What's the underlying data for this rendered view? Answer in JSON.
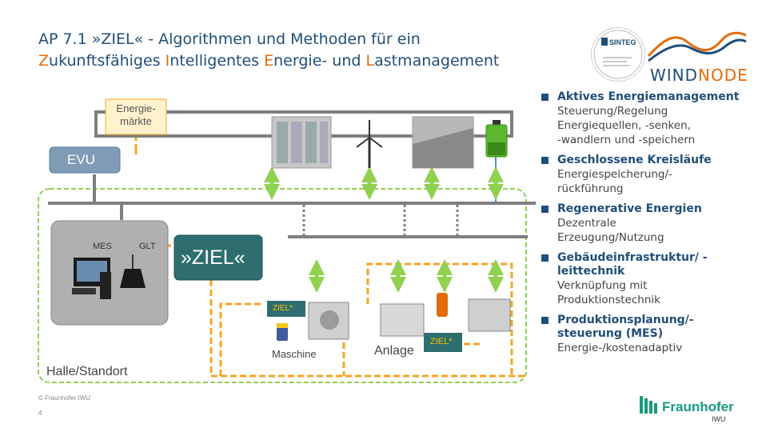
{
  "header": {
    "title_line1": "AP 7.1  »ZIEL«  - Algorithmen und Methoden für ein",
    "title_line2_parts": [
      {
        "hl": "Z",
        "rest": "ukunftsfähiges  "
      },
      {
        "hl": "I",
        "rest": "ntelligentes  "
      },
      {
        "hl": "E",
        "rest": "nergie- und  "
      },
      {
        "hl": "L",
        "rest": "astmanagement"
      }
    ]
  },
  "logos": {
    "sinteg": "SINTEG",
    "windnode_prefix": "WIND",
    "windnode_suffix": "NODE",
    "fraunhofer": "Fraunhofer",
    "fraunhofer_sub": "IWU"
  },
  "diagram": {
    "energiemaerkte": "Energie-\nmärkte",
    "evu": "EVU",
    "mes": "MES",
    "glt": "GLT",
    "ziel_big": "»ZIEL«",
    "ziel_small_1": "ZIEL*",
    "ziel_small_2": "ZIEL*",
    "maschine": "Maschine",
    "anlage": "Anlage",
    "halle": "Halle/Standort"
  },
  "bullets": [
    {
      "heading": "Aktives Energiemanagement",
      "lines": [
        "Steuerung/Regelung",
        "Energiequellen, -senken,",
        "-wandlern und -speichern"
      ]
    },
    {
      "heading": "Geschlossene Kreisläufe",
      "lines": [
        "Energiespeicherung/-",
        "rückführung"
      ]
    },
    {
      "heading": "Regenerative Energien",
      "lines": [
        "Dezentrale",
        "Erzeugung/Nutzung"
      ]
    },
    {
      "heading": "Gebäudeinfrastruktur/ -\nleittechnik",
      "lines": [
        "Verknüpfung mit",
        "Produktionstechnik"
      ]
    },
    {
      "heading": "Produktionsplanung/-\nsteuerung (MES)",
      "lines": [
        "Energie-/kostenadaptiv"
      ]
    }
  ],
  "footer": {
    "copyright": "© Fraunhofer IWU",
    "page": "4"
  },
  "colors": {
    "title_blue": "#1f4e79",
    "accent_orange": "#e36c0a",
    "arrow_green": "#92d050",
    "ziel_teal": "#2e6e6e",
    "bus_gray": "#7f7f7f",
    "fraunhofer_green": "#179c7d"
  }
}
